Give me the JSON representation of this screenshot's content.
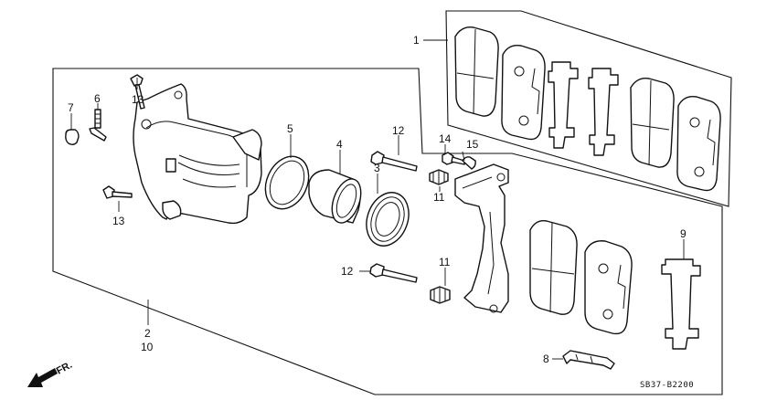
{
  "diagram_code": "SB37-B2200",
  "direction_label": "FR.",
  "callouts": {
    "c1": "1",
    "c2": "2",
    "c10": "10",
    "c3": "3",
    "c4": "4",
    "c5": "5",
    "c6": "6",
    "c7": "7",
    "c8": "8",
    "c9": "9",
    "c11a": "11",
    "c11b": "11",
    "c12a": "12",
    "c12b": "12",
    "c13a": "13",
    "c13b": "13",
    "c14": "14",
    "c15": "15"
  }
}
